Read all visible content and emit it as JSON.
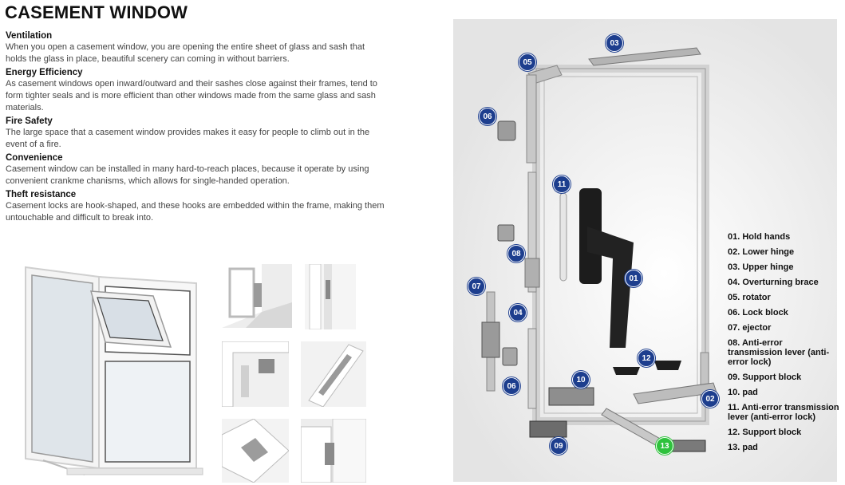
{
  "title": "CASEMENT WINDOW",
  "sections": [
    {
      "heading": "Ventilation",
      "body": "When you open a casement window, you are opening the entire sheet of glass and sash that holds the glass in place, beautiful scenery can coming in without barriers."
    },
    {
      "heading": "Energy Efficiency",
      "body": "As casement windows open inward/outward and their sashes close against their frames, tend to form tighter seals and is more efficient than other windows made from the same glass and sash materials."
    },
    {
      "heading": "Fire Safety",
      "body": "The large space that a casement window provides makes it easy for people to climb out in the event of a fire."
    },
    {
      "heading": "Convenience",
      "body": "Casement window can be installed in many hard-to-reach places, because it operate by using convenient crankme chanisms, which allows for single-handed operation."
    },
    {
      "heading": "Theft resistance",
      "body": "Casement locks are hook-shaped, and these hooks are embedded within the frame, making them untouchable and difficult to break into."
    }
  ],
  "diagram_markers": [
    "03",
    "05",
    "06",
    "11",
    "08",
    "01",
    "07",
    "04",
    "06",
    "12",
    "10",
    "02",
    "13",
    "09"
  ],
  "legend": [
    "01.  Hold hands",
    "02. Lower hinge",
    "03. Upper hinge",
    "04. Overturning brace",
    "05. rotator",
    "06. Lock block",
    "07. ejector",
    "08. Anti-error transmission lever (anti-error lock)",
    "09. Support block",
    "10. pad",
    "11. Anti-error transmission lever (anti-error lock)",
    "12. Support block",
    "13. pad"
  ],
  "colors": {
    "marker": "#1d3e8e",
    "marker_highlight": "#2ec23c",
    "panel_bg": "#e8e8e8"
  }
}
